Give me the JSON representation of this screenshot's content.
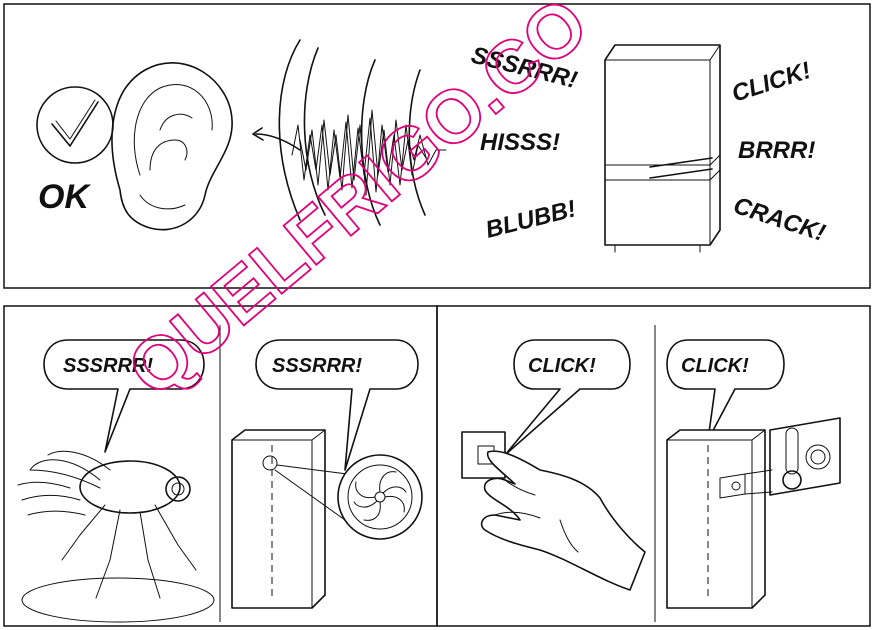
{
  "top_panel": {
    "ok_label": "OK",
    "sounds": {
      "sssrrr": "SSSRRR!",
      "hisss": "HISSS!",
      "blubb": "BLUBB!",
      "click": "CLICK!",
      "brrr": "BRRR!",
      "crack": "CRACK!"
    }
  },
  "bottom_panels": {
    "fly_bubble": "SSSRRR!",
    "fan_bubble": "SSSRRR!",
    "switch_bubble": "CLICK!",
    "thermostat_bubble": "CLICK!"
  },
  "watermark": "QUELFRIGO.CO",
  "icons": [
    "checkmark-icon",
    "ear-icon",
    "fridge-icon",
    "fly-icon",
    "fan-icon",
    "hand-icon",
    "thermometer-icon"
  ],
  "colors": {
    "line": "#111111",
    "watermark": "#e0007a",
    "background": "#ffffff"
  }
}
